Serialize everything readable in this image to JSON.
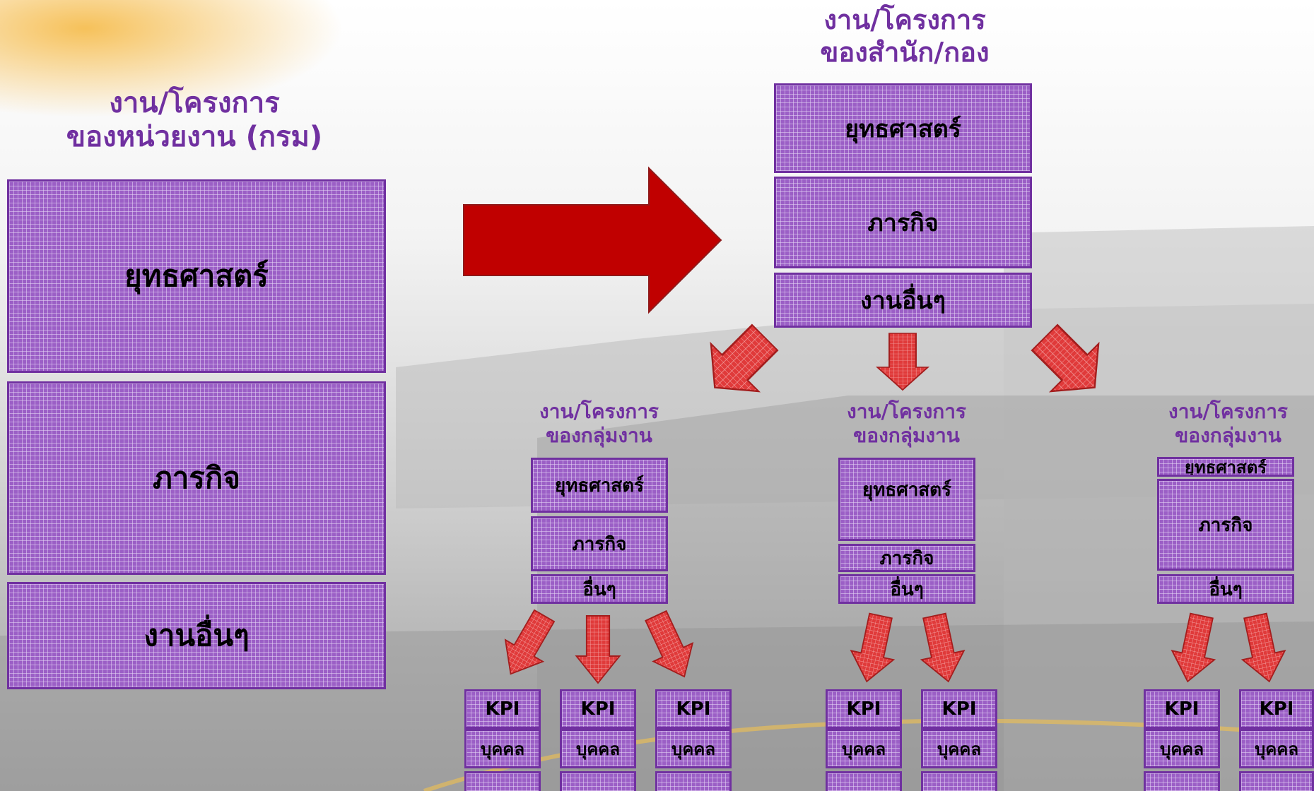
{
  "colors": {
    "purple": "#7030a0",
    "box_fill": "#9b5fc6",
    "big_arrow": "#c00000",
    "small_arrow": "#e03a3a"
  },
  "department": {
    "title_line1": "งาน/โครงการ",
    "title_line2": "ของหน่วยงาน (กรม)",
    "boxes": [
      "ยุทธศาสตร์",
      "ภารกิจ",
      "งานอื่นๆ"
    ]
  },
  "bureau": {
    "title_line1": "งาน/โครงการ",
    "title_line2": "ของสำนัก/กอง",
    "boxes": [
      "ยุทธศาสตร์",
      "ภารกิจ",
      "งานอื่นๆ"
    ]
  },
  "groups": [
    {
      "title_line1": "งาน/โครงการ",
      "title_line2": "ของกลุ่มงาน",
      "boxes": [
        "ยุทธศาสตร์",
        "ภารกิจ",
        "อื่นๆ"
      ]
    },
    {
      "title_line1": "งาน/โครงการ",
      "title_line2": "ของกลุ่มงาน",
      "boxes": [
        "ยุทธศาสตร์",
        "ภารกิจ",
        "อื่นๆ"
      ]
    },
    {
      "title_line1": "งาน/โครงการ",
      "title_line2": "ของกลุ่มงาน",
      "boxes": [
        "ยุทธศาสตร์",
        "ภารกิจ",
        "อื่นๆ"
      ]
    }
  ],
  "kpi": {
    "line1": "KPI",
    "line2": "บุคคล"
  }
}
